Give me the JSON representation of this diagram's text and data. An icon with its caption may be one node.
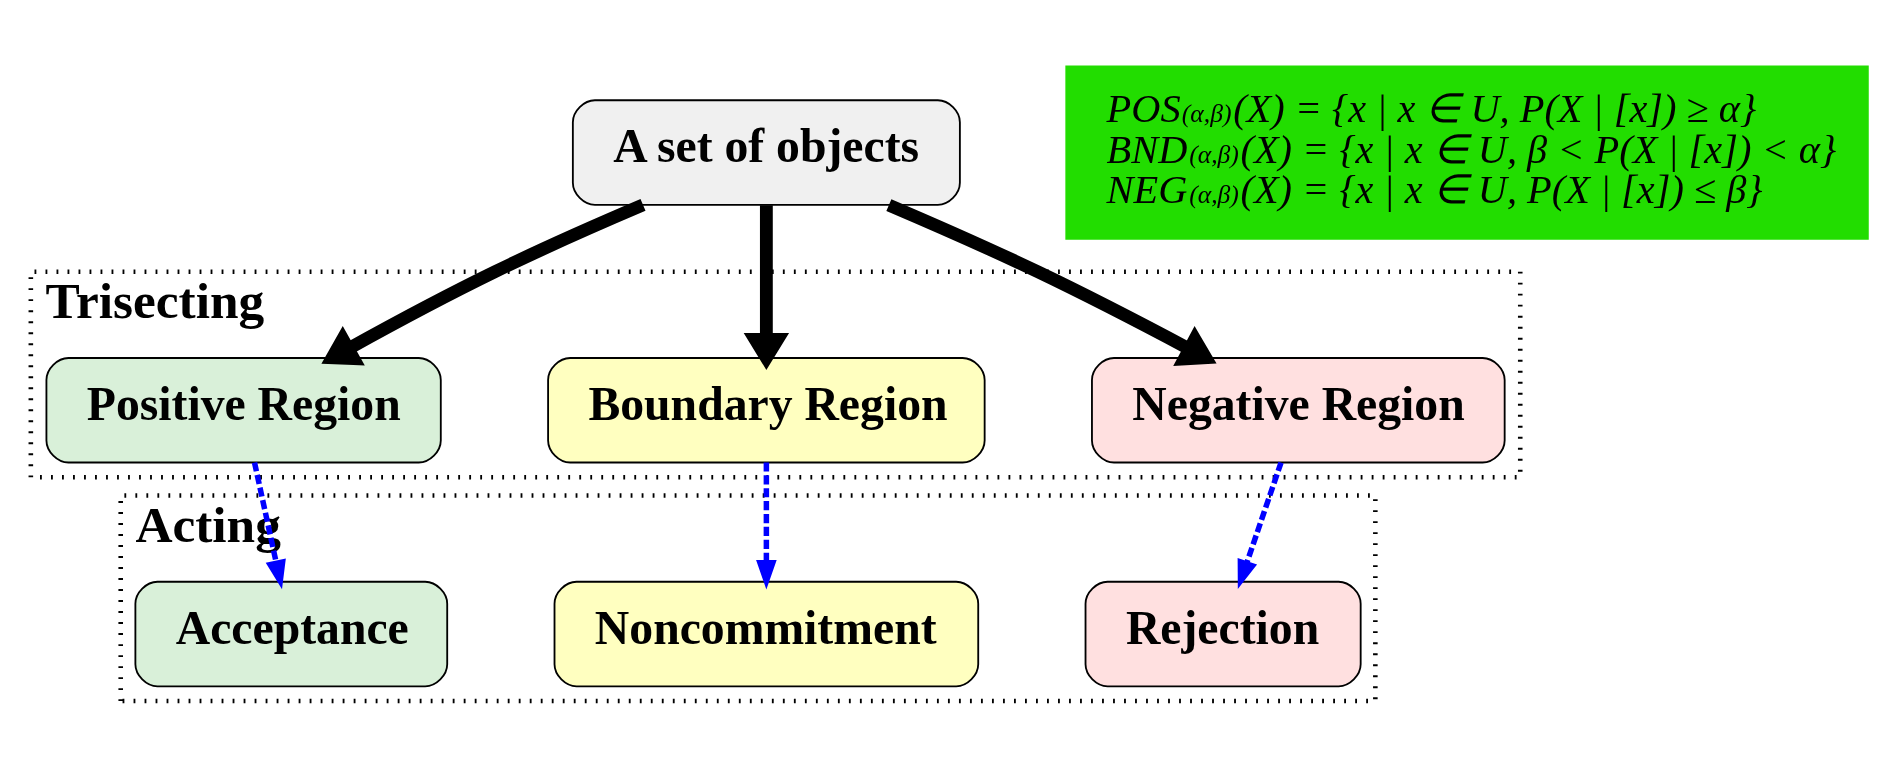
{
  "diagram": {
    "nodes": [
      {
        "text": [
          "A set of objects"
        ]
      },
      {
        "text": [
          "Trisecting"
        ]
      },
      {
        "text": [
          "Positive Region"
        ],
        "in": 1
      },
      {
        "text": [
          "Boundary Region"
        ],
        "in": 1
      },
      {
        "text": [
          "Negative Region"
        ],
        "in": 1
      },
      {
        "text": [
          "Acting"
        ]
      },
      {
        "text": [
          "Acceptance"
        ],
        "in": 5
      },
      {
        "text": [
          "Noncommitment"
        ],
        "in": 5
      },
      {
        "text": [
          "Rejection"
        ],
        "in": 5
      },
      {
        "text": [
          "POS$_{(α,β)}$(X) = {x | x ∈ U, P(X | [x]) ≥ α}",
          "BND$_{(α,β)}$(X) = {x | x ∈ U, β < P(X | [x]) < α}",
          "NEG$_{(α,β)}$(X) = {x | x ∈ U, P(X | [x]) ≤ β}"
        ]
      }
    ],
    "edges": [
      {
        "from": 0,
        "to": 2,
        "arrow": "to",
        "style": "thick"
      },
      {
        "from": 0,
        "to": 3,
        "arrow": "to",
        "style": "thick"
      },
      {
        "from": 0,
        "to": 4,
        "arrow": "to",
        "style": "thick"
      },
      {
        "from": 2,
        "to": 6,
        "arrow": "to",
        "style": "dashed",
        "color": "#0000ff"
      },
      {
        "from": 3,
        "to": 7,
        "arrow": "to",
        "style": "dashed",
        "color": "#0000ff"
      },
      {
        "from": 4,
        "to": 8,
        "arrow": "to",
        "style": "dashed",
        "color": "#0000ff"
      }
    ]
  }
}
